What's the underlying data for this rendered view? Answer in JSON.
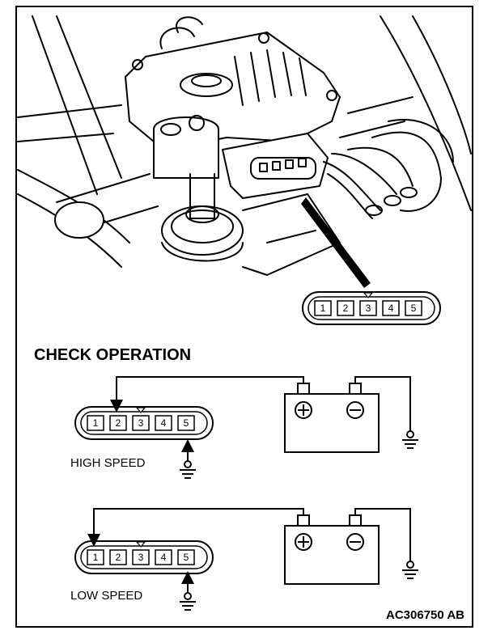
{
  "heading": "CHECK OPERATION",
  "connector_pins": [
    "1",
    "2",
    "3",
    "4",
    "5"
  ],
  "tests": [
    {
      "label": "HIGH SPEED",
      "pos_pin": "2",
      "ground_pin": "5"
    },
    {
      "label": "LOW SPEED",
      "pos_pin": "1",
      "ground_pin": "5"
    }
  ],
  "battery_symbols": {
    "positive": "+",
    "negative": "−"
  },
  "figure_code": "AC306750 AB"
}
